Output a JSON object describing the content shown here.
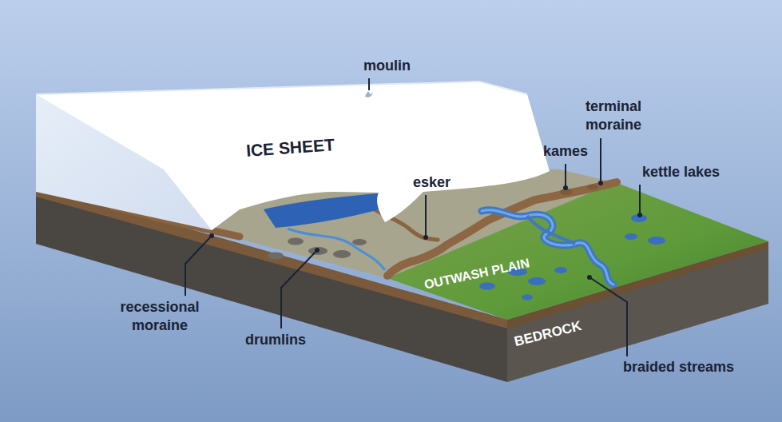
{
  "diagram": {
    "labels": [
      "moulin",
      "terminal moraine",
      "ICE SHEET",
      "kames",
      "kettle lakes",
      "esker",
      "OUTWASH PLAIN",
      "recessional moraine",
      "BEDROCK",
      "drumlins",
      "braided streams"
    ]
  }
}
